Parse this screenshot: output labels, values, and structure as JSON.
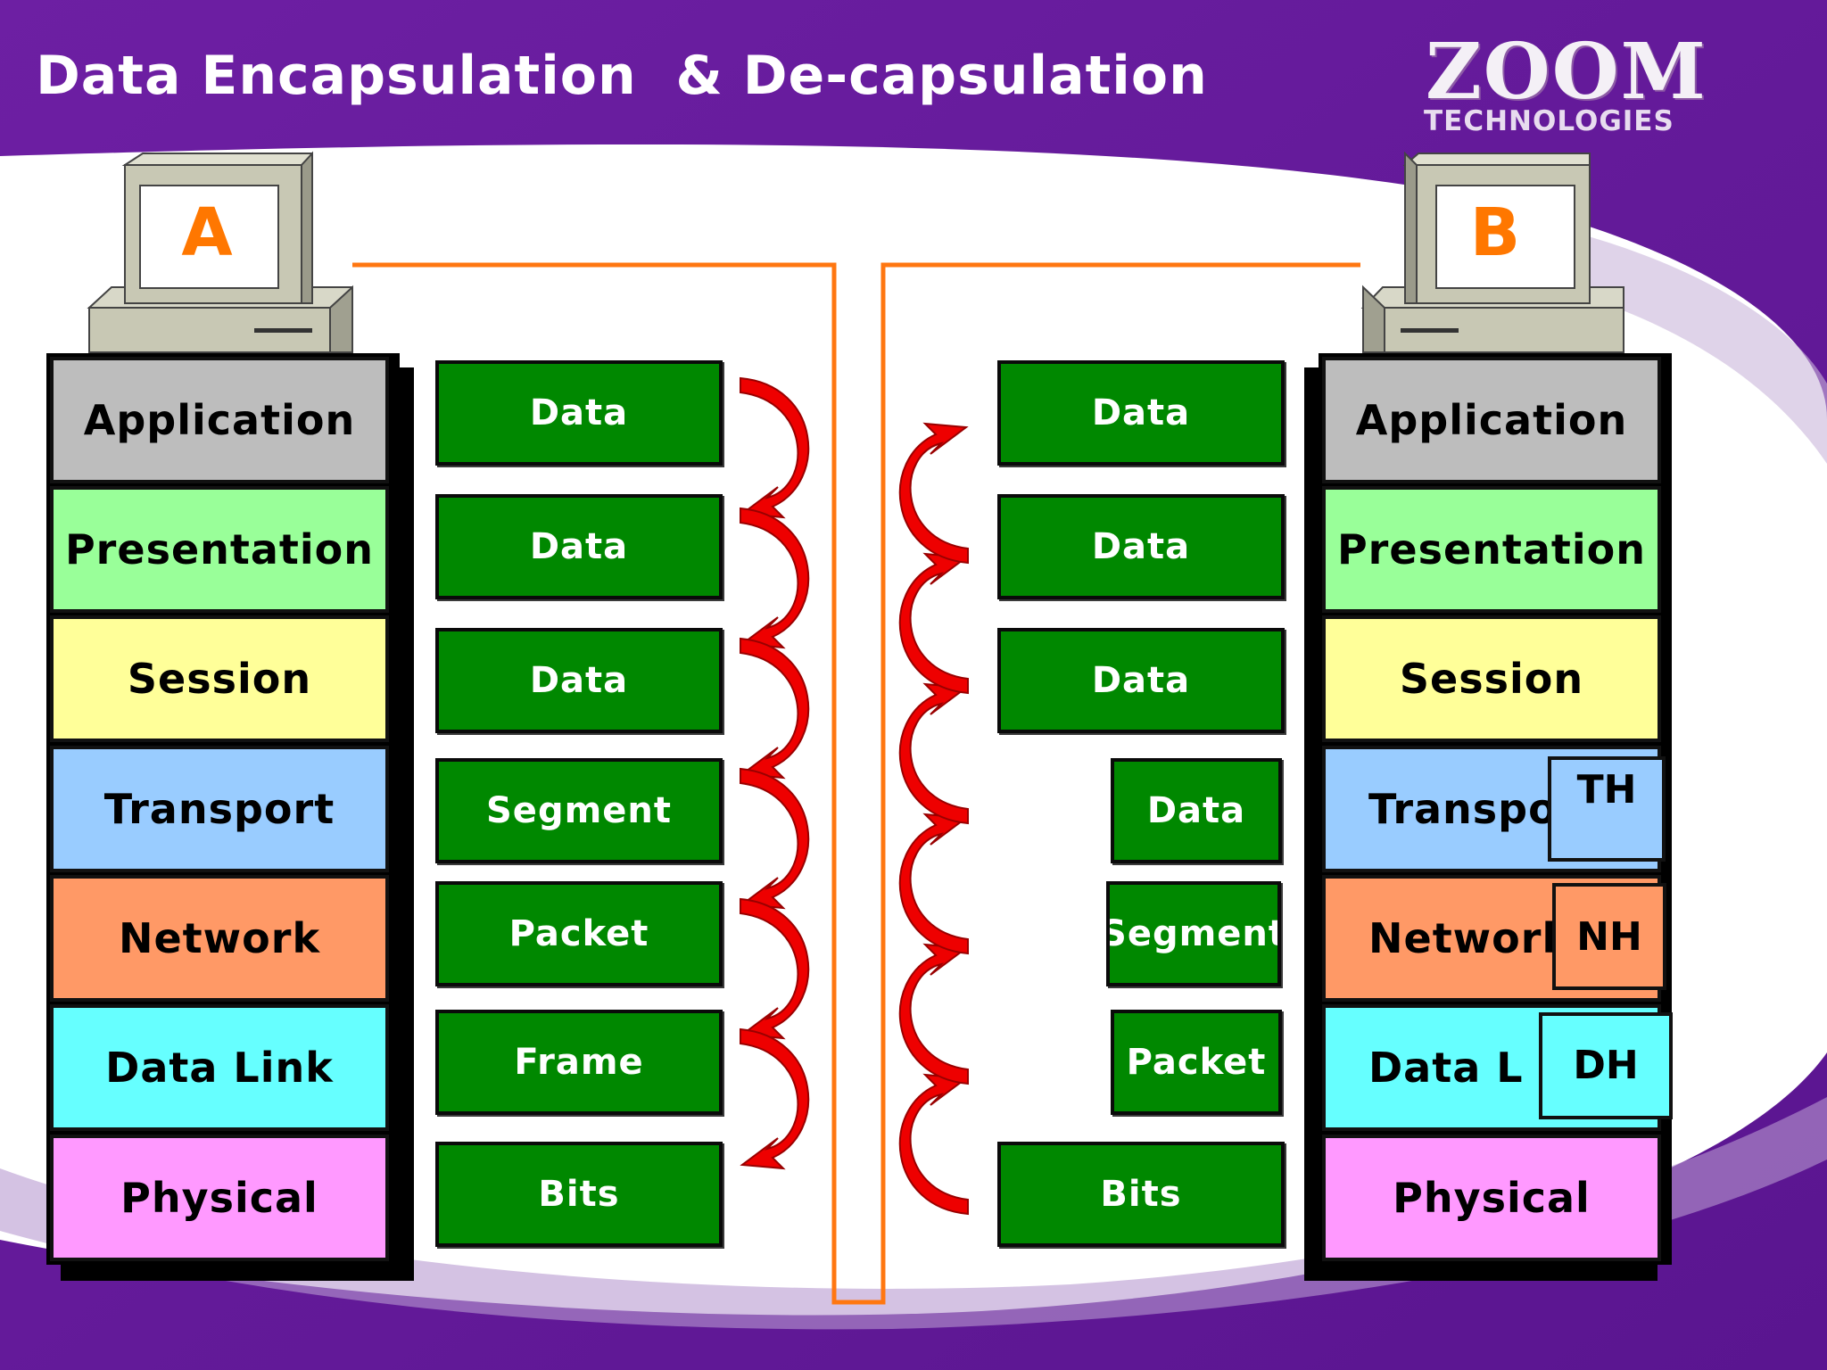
{
  "title": "Data Encapsulation  & De-capsulation",
  "logo": {
    "name": "ZOOM",
    "tagline": "TECHNOLOGIES"
  },
  "hosts": {
    "sender": "A",
    "receiver": "B"
  },
  "layers": [
    "Application",
    "Presentation",
    "Session",
    "Transport",
    "Network",
    "Data Link",
    "Physical"
  ],
  "receiver_layer_labels": [
    "Application",
    "Presentation",
    "Session",
    "Transpo",
    "Networl",
    "Data L",
    "Physical"
  ],
  "sender_pdus": [
    "Data",
    "Data",
    "Data",
    "Segment",
    "Packet",
    "Frame",
    "Bits"
  ],
  "receiver_pdus": [
    "Data",
    "Data",
    "Data",
    "Data",
    "Segment",
    "Packet",
    "Bits"
  ],
  "headers": {
    "transport": "TH",
    "network": "NH",
    "datalink": "DH"
  },
  "colors": {
    "application": "#bdbdbd",
    "presentation": "#99ff99",
    "session": "#ffff99",
    "transport": "#99ccff",
    "network": "#ff9966",
    "datalink": "#66ffff",
    "physical": "#ff99ff",
    "pdu": "#008800",
    "wire": "#ff7711",
    "arrow": "#ee0000"
  }
}
